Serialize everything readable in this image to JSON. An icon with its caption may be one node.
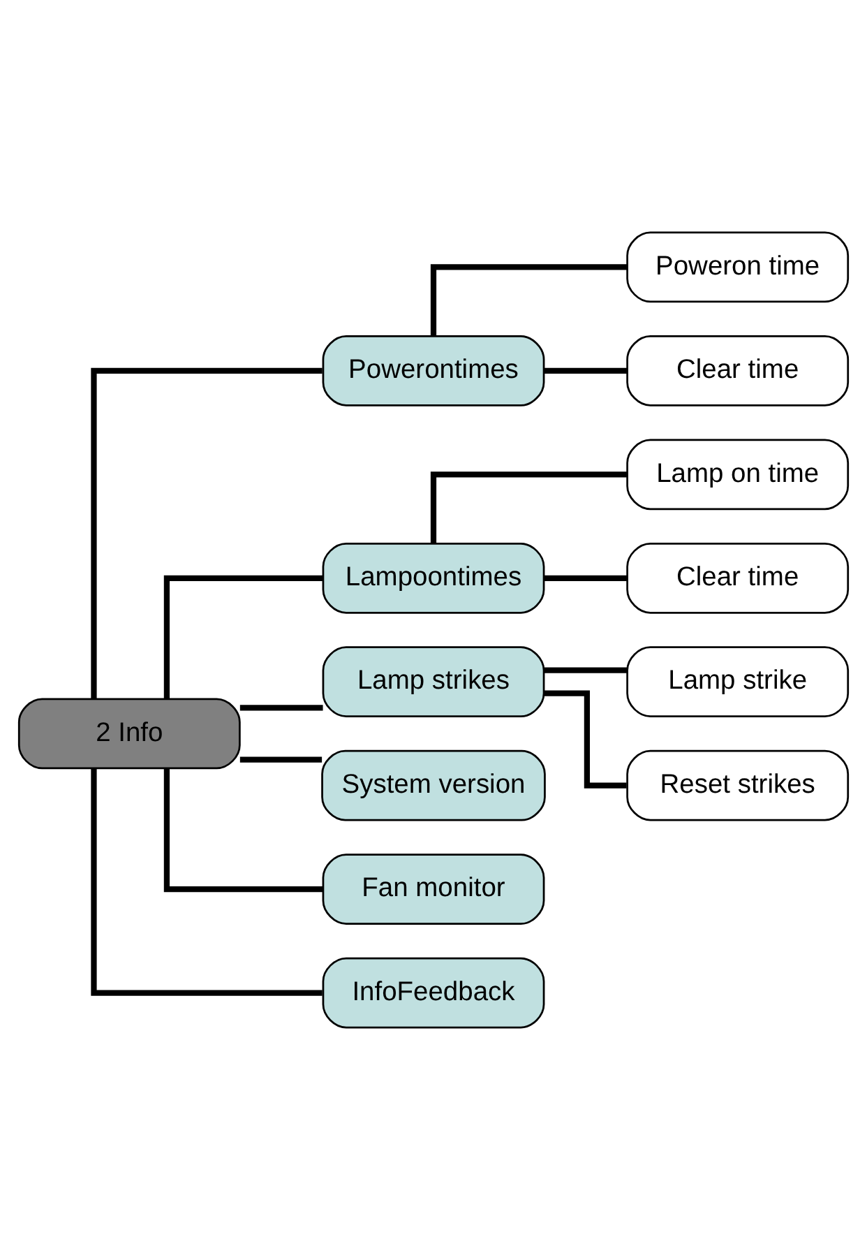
{
  "diagram": {
    "nodes": [
      {
        "text": [
          "2 Info"
        ]
      },
      {
        "text": [
          "Powerontimes"
        ]
      },
      {
        "text": [
          "Poweron time"
        ]
      },
      {
        "text": [
          "Clear time"
        ]
      },
      {
        "text": [
          "Lampoontimes"
        ]
      },
      {
        "text": [
          "Lamp on time"
        ]
      },
      {
        "text": [
          "Clear time"
        ]
      },
      {
        "text": [
          "Lamp strikes"
        ]
      },
      {
        "text": [
          "Lamp strike"
        ]
      },
      {
        "text": [
          "Reset strikes"
        ]
      },
      {
        "text": [
          "System version"
        ]
      },
      {
        "text": [
          "Fan monitor"
        ]
      },
      {
        "text": [
          "InfoFeedback"
        ]
      }
    ],
    "edges": [
      {
        "from": 0,
        "to": 1,
        "arrow": "none"
      },
      {
        "from": 1,
        "to": 2,
        "arrow": "none"
      },
      {
        "from": 1,
        "to": 3,
        "arrow": "none"
      },
      {
        "from": 0,
        "to": 4,
        "arrow": "none"
      },
      {
        "from": 4,
        "to": 5,
        "arrow": "none"
      },
      {
        "from": 4,
        "to": 6,
        "arrow": "none"
      },
      {
        "from": 0,
        "to": 7,
        "arrow": "none"
      },
      {
        "from": 7,
        "to": 8,
        "arrow": "none"
      },
      {
        "from": 7,
        "to": 9,
        "arrow": "none"
      },
      {
        "from": 0,
        "to": 10,
        "arrow": "none"
      },
      {
        "from": 0,
        "to": 11,
        "arrow": "none"
      },
      {
        "from": 0,
        "to": 12,
        "arrow": "none"
      }
    ]
  }
}
